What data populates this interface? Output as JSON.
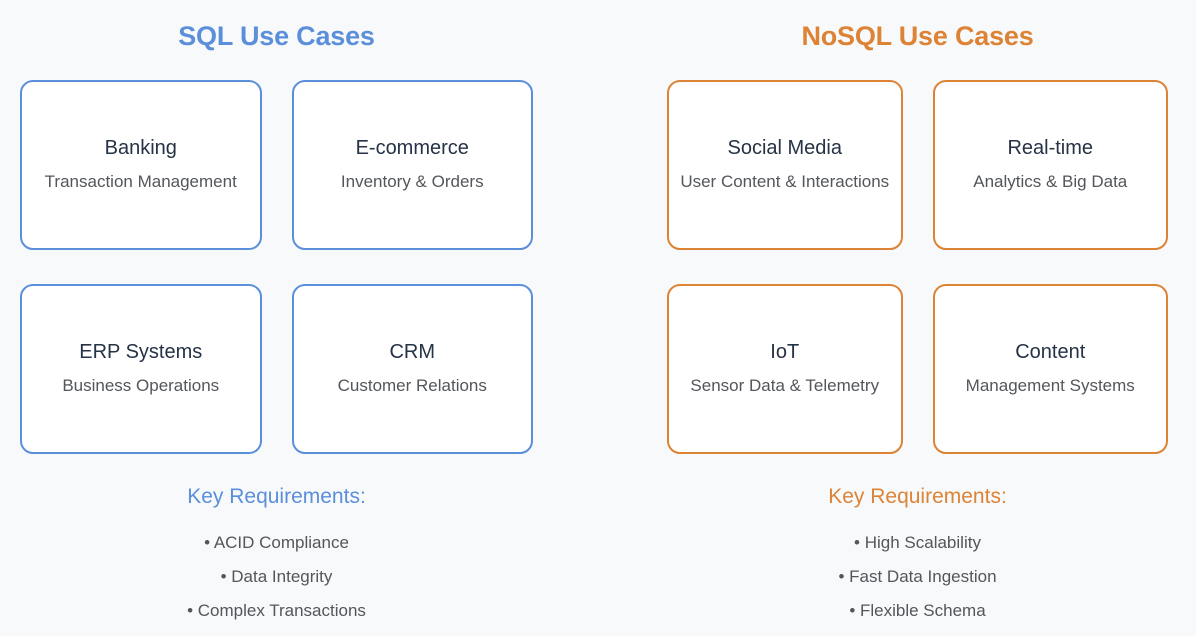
{
  "background_color": "#f7f9fb",
  "panels": [
    {
      "id": "sql",
      "title": "SQL Use Cases",
      "accent_color": "#5b8fda",
      "cards": [
        {
          "title": "Banking",
          "subtitle": "Transaction Management"
        },
        {
          "title": "E-commerce",
          "subtitle": "Inventory & Orders"
        },
        {
          "title": "ERP Systems",
          "subtitle": "Business Operations"
        },
        {
          "title": "CRM",
          "subtitle": "Customer Relations"
        }
      ],
      "requirements": {
        "heading": "Key Requirements:",
        "items": [
          "• ACID Compliance",
          "• Data Integrity",
          "• Complex Transactions"
        ]
      }
    },
    {
      "id": "nosql",
      "title": "NoSQL Use Cases",
      "accent_color": "#dd8335",
      "cards": [
        {
          "title": "Social Media",
          "subtitle": "User Content & Interactions"
        },
        {
          "title": "Real-time",
          "subtitle": "Analytics & Big Data"
        },
        {
          "title": "IoT",
          "subtitle": "Sensor Data & Telemetry"
        },
        {
          "title": "Content",
          "subtitle": "Management Systems"
        }
      ],
      "requirements": {
        "heading": "Key Requirements:",
        "items": [
          "• High Scalability",
          "• Fast Data Ingestion",
          "• Flexible Schema"
        ]
      }
    }
  ]
}
